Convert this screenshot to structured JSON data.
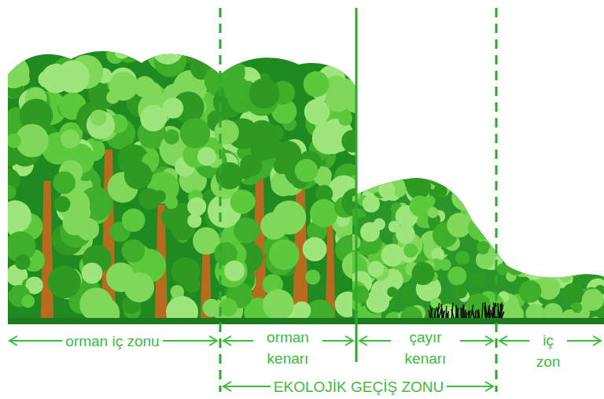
{
  "diagram": {
    "labels": [
      "orman iç zonu",
      "orman kenarı",
      "çayır kenarı",
      "iç zon",
      "EKOLOJİK GEÇİŞ ZONU"
    ]
  }
}
